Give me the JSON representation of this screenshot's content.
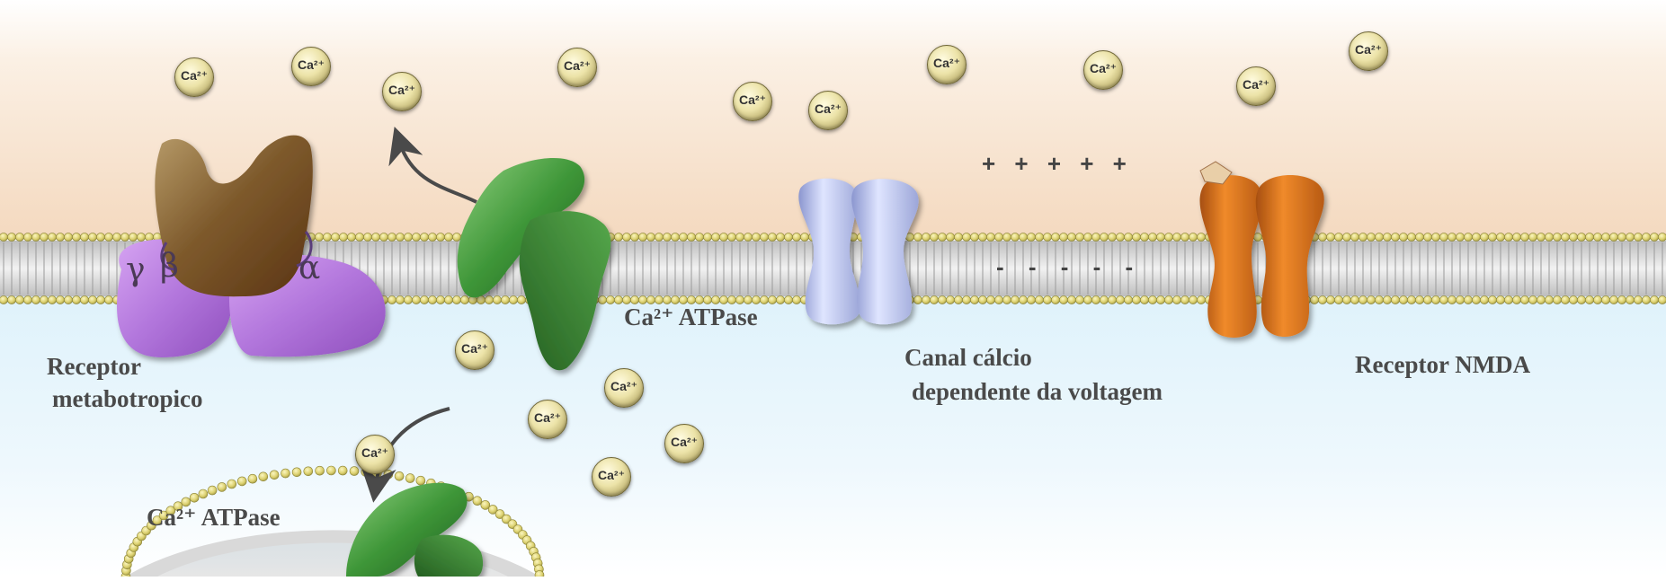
{
  "labels": {
    "receptor_metabotropico_l1": "Receptor",
    "receptor_metabotropico_l2": "metabotropico",
    "atpase_membrane": "Ca²⁺ ATPase",
    "atpase_vesicle": "Ca²⁺ ATPase",
    "canal_l1": "Canal cálcio",
    "canal_l2": "dependente da voltagem",
    "receptor_nmda": "Receptor NMDA"
  },
  "subunits": {
    "gamma": "γ",
    "beta": "β",
    "alpha": "α"
  },
  "charges": {
    "positive": "+ + + + +",
    "negative": "- - - - -"
  },
  "ion_label": "Ca²⁺",
  "colors": {
    "extracellular": "#f7e3cf",
    "intracellular": "#e4f4fc",
    "lipid_head": "#e5dd7a",
    "g_protein": "#b77ad8",
    "receptor_brown": "#7a4a22",
    "atpase_green": "#3f8f3a",
    "vgcc_blue": "#b8c2ec",
    "nmda_orange": "#d9731c"
  }
}
